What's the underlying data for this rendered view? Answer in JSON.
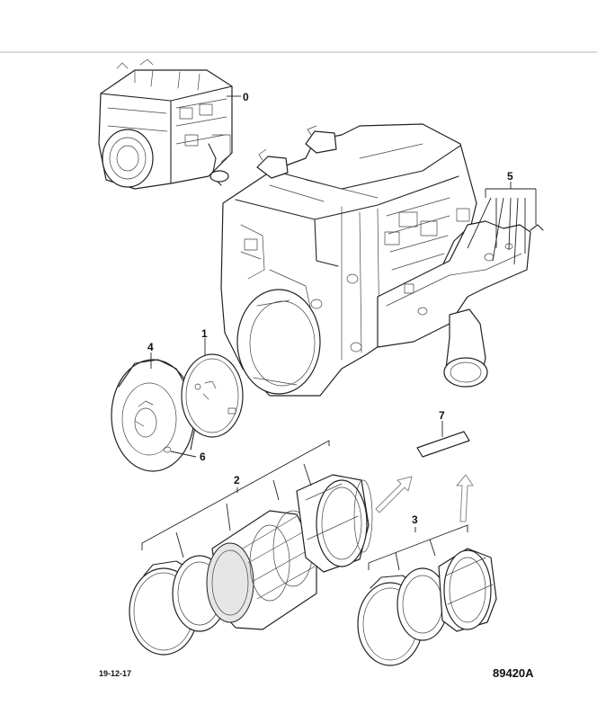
{
  "callouts": {
    "c0": "0",
    "c1": "1",
    "c2": "2",
    "c3": "3",
    "c4": "4",
    "c5": "5",
    "c6": "6",
    "c7": "7"
  },
  "footer": {
    "date": "19-12-17",
    "drawing_number": "89420A"
  }
}
